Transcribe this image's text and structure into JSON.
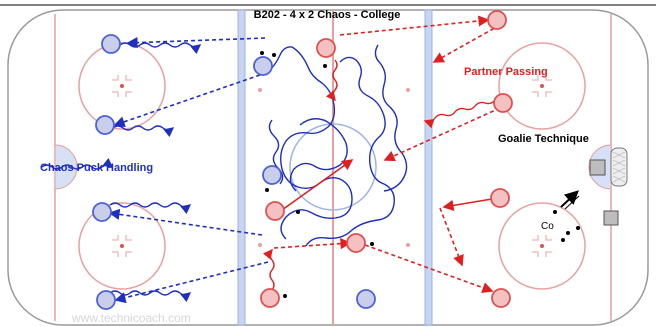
{
  "diagram": {
    "title": "B202 - 4 x 2 Chaos - College",
    "labels": {
      "partner_passing": "Partner Passing",
      "goalie_technique": "Goalie Technique",
      "chaos_puck_handling": "Chaos Puck Handling",
      "coach": "Co"
    },
    "watermark": "www.technicoach.com",
    "colors": {
      "rink_lines": "#e8a0a0",
      "blue_lines": "#9db4e6",
      "red_player": "#e05050",
      "blue_player": "#4d62d6",
      "blue_arrow": "#1f2fbf",
      "red_arrow": "#e02020",
      "ice": "#ffffff"
    },
    "icons": [
      "goal-net-icon",
      "coach-icon",
      "puck-icon"
    ]
  }
}
